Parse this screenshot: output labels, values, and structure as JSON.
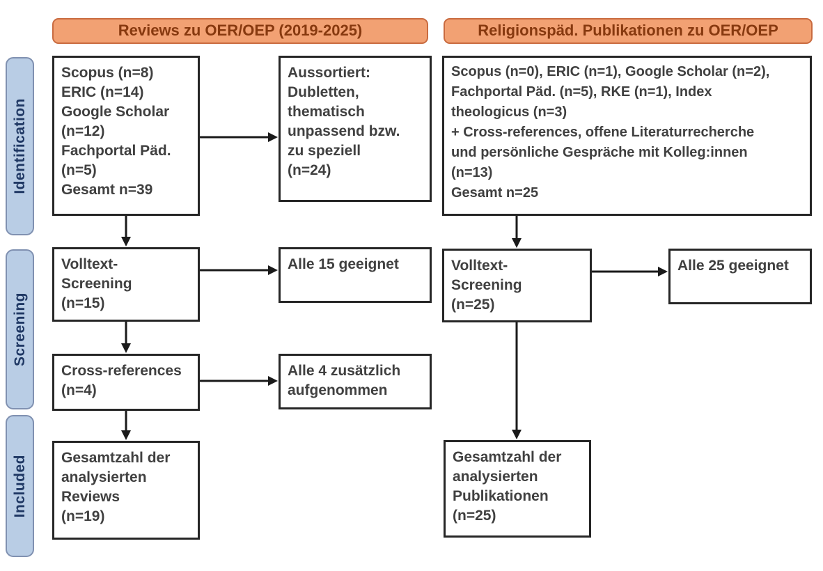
{
  "headers": {
    "left": "Reviews zu OER/OEP (2019-2025)",
    "right": "Religionspäd. Publikationen zu OER/OEP"
  },
  "sidebar": {
    "identification": "Identification",
    "screening": "Screening",
    "included": "Included"
  },
  "left": {
    "sources": "Scopus (n=8)\nERIC (n=14)\nGoogle Scholar\n(n=12)\nFachportal Päd.\n(n=5)\nGesamt n=39",
    "excluded": "Aussortiert:\nDubletten,\nthematisch\nunpassend bzw.\nzu speziell\n(n=24)",
    "screening": "Volltext-\nScreening\n(n=15)",
    "eligible": "Alle 15 geeignet",
    "crossref": "Cross-references\n(n=4)",
    "added": "Alle 4 zusätzlich\naufgenommen",
    "included": "Gesamtzahl der\nanalysierten\nReviews\n(n=19)"
  },
  "right": {
    "sources": "Scopus (n=0), ERIC (n=1), Google Scholar (n=2),\nFachportal Päd. (n=5), RKE (n=1), Index\ntheologicus (n=3)\n+ Cross-references, offene Literaturrecherche\nund persönliche Gespräche mit Kolleg:innen\n(n=13)\nGesamt n=25",
    "screening": "Volltext-\nScreening\n(n=25)",
    "eligible": "Alle 25 geeignet",
    "included": "Gesamtzahl der\nanalysierten\nPublikationen\n(n=25)"
  },
  "colors": {
    "header_fill": "#f2a173",
    "header_border": "#c96b40",
    "header_text": "#87390f",
    "sidebar_fill": "#b9cde5",
    "sidebar_border": "#8091b1",
    "sidebar_text": "#1f3864",
    "box_border": "#262626",
    "box_text": "#404040",
    "arrow": "#1a1a1a"
  }
}
